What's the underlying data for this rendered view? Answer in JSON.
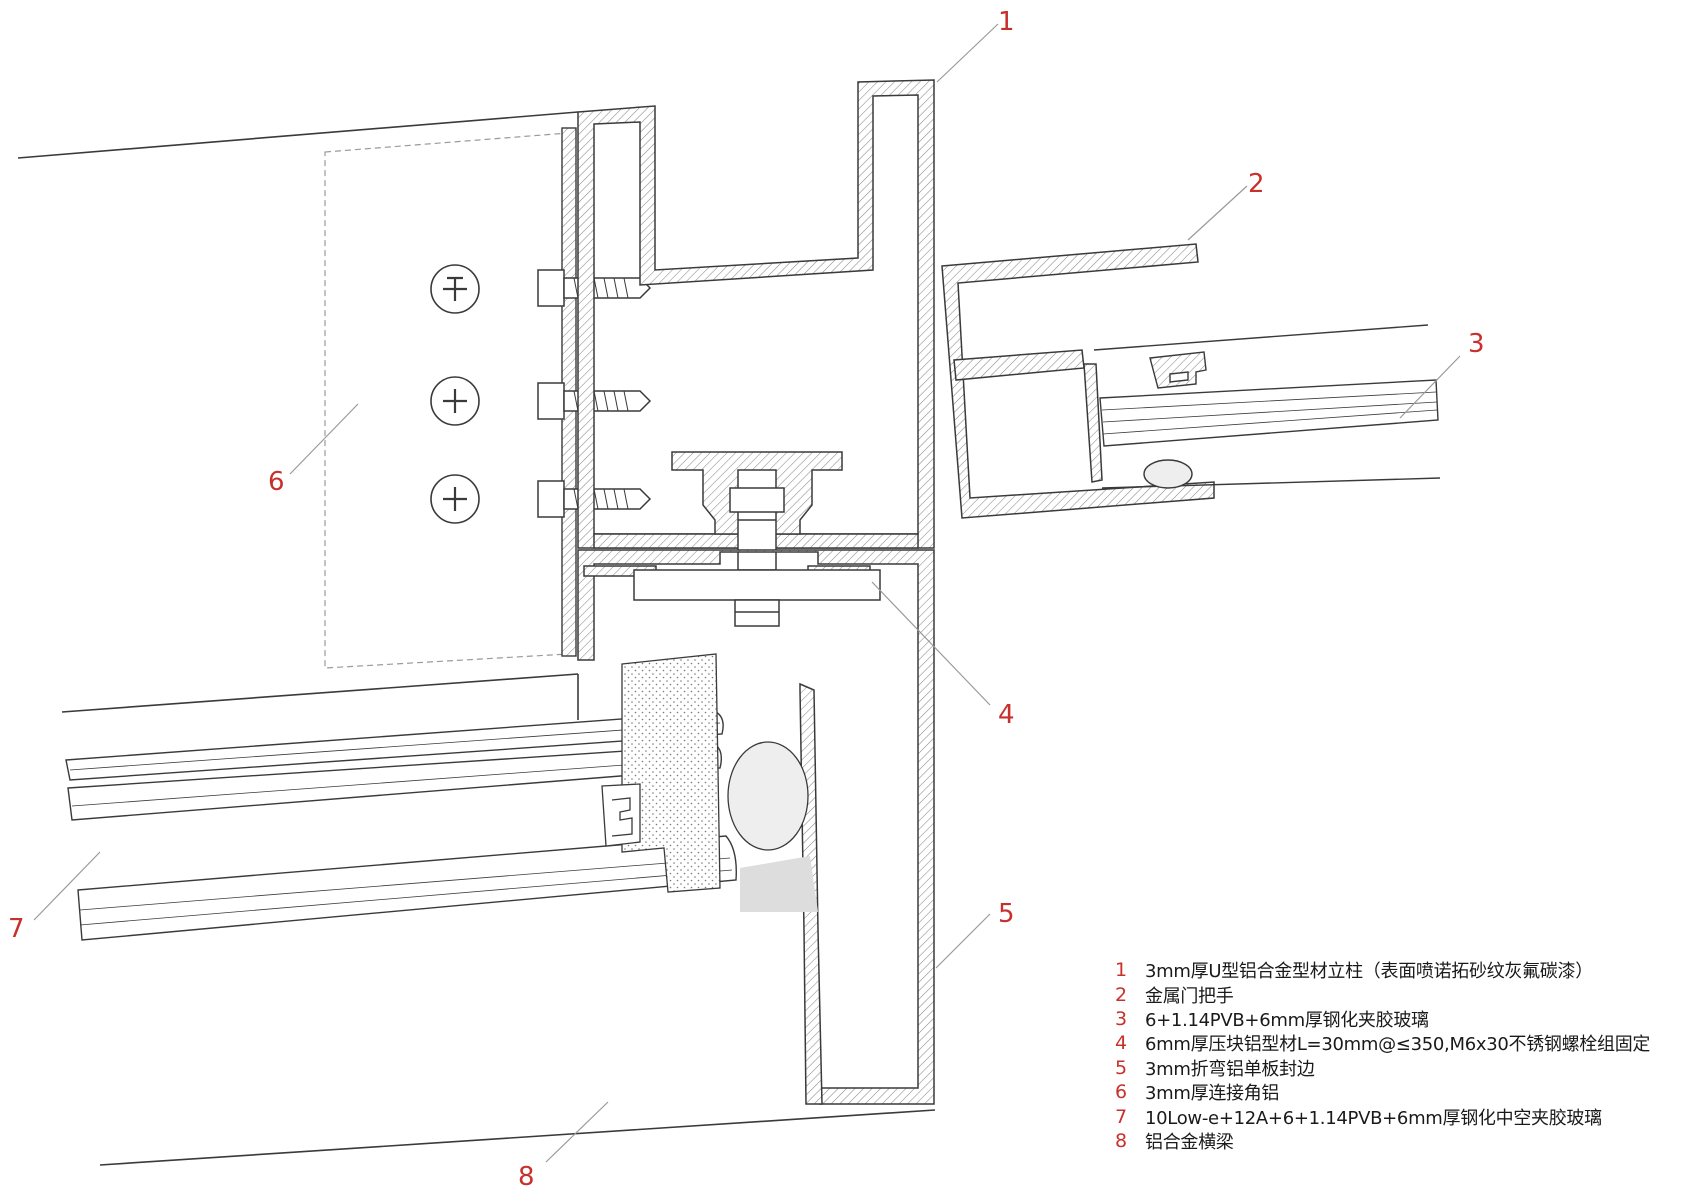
{
  "callouts": {
    "c1": "1",
    "c2": "2",
    "c3": "3",
    "c4": "4",
    "c5": "5",
    "c6": "6",
    "c7": "7",
    "c8": "8"
  },
  "legend": [
    {
      "num": "1",
      "text": "3mm厚U型铝合金型材立柱（表面喷诺拓砂纹灰氟碳漆）"
    },
    {
      "num": "2",
      "text": "金属门把手"
    },
    {
      "num": "3",
      "text": "6+1.14PVB+6mm厚钢化夹胶玻璃"
    },
    {
      "num": "4",
      "text": "6mm厚压块铝型材L=30mm@≤350,M6x30不锈钢螺栓组固定"
    },
    {
      "num": "5",
      "text": "3mm折弯铝单板封边"
    },
    {
      "num": "6",
      "text": "3mm厚连接角铝"
    },
    {
      "num": "7",
      "text": "10Low-e+12A+6+1.14PVB+6mm厚钢化中空夹胶玻璃"
    },
    {
      "num": "8",
      "text": "铝合金横梁"
    }
  ],
  "colors": {
    "accent": "#c8302c",
    "line": "#3a3a3a",
    "hatch": "#8a8a8a",
    "text": "#1a1a1a"
  }
}
